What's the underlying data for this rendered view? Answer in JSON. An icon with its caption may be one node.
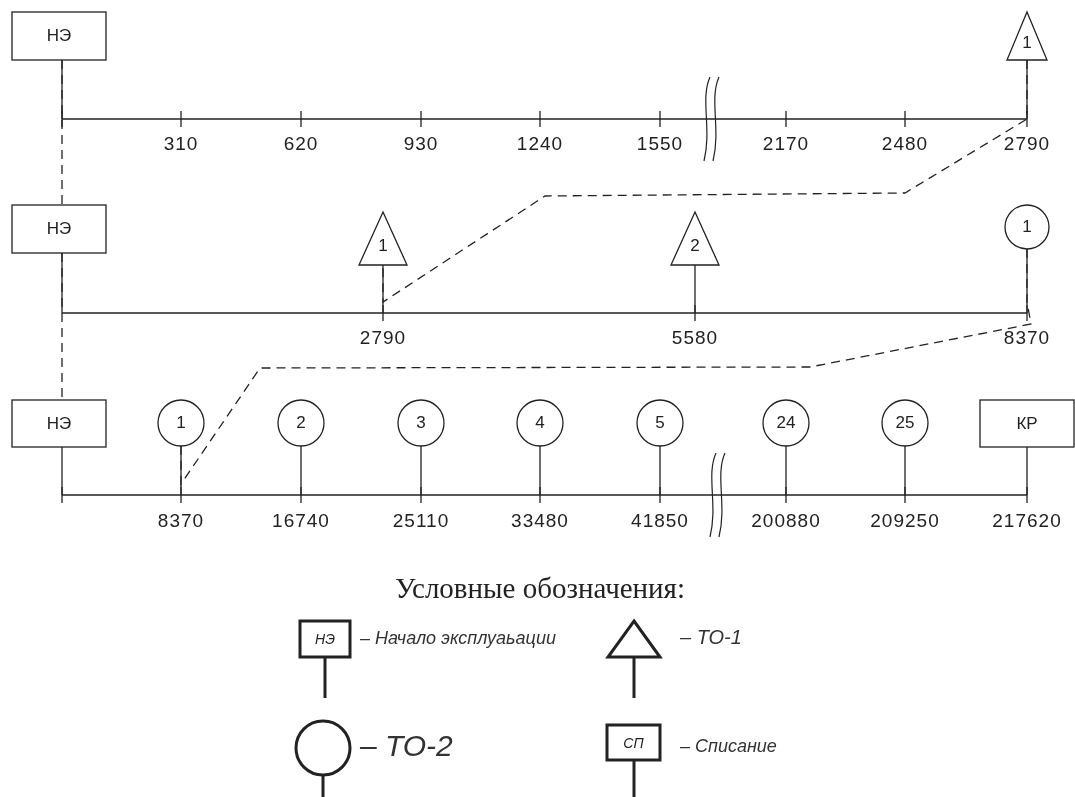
{
  "diagram": {
    "nodes": [
      {
        "text": [
          "НЭ"
        ]
      },
      {
        "text": [
          "1"
        ]
      },
      {
        "text": [
          "НЭ"
        ]
      },
      {
        "text": [
          "1"
        ]
      },
      {
        "text": [
          "2"
        ]
      },
      {
        "text": [
          "1"
        ]
      },
      {
        "text": [
          "НЭ"
        ]
      },
      {
        "text": [
          "1"
        ]
      },
      {
        "text": [
          "2"
        ]
      },
      {
        "text": [
          "3"
        ]
      },
      {
        "text": [
          "4"
        ]
      },
      {
        "text": [
          "5"
        ]
      },
      {
        "text": [
          "24"
        ]
      },
      {
        "text": [
          "25"
        ]
      },
      {
        "text": [
          "КР"
        ]
      },
      {
        "text": [
          "НЭ"
        ],
        "beside": [
          "– Начало эксплуаьации"
        ]
      },
      {
        "text": [],
        "shape": "triangle",
        "beside": [
          "– ТО-1"
        ]
      },
      {
        "text": [],
        "shape": "circle",
        "beside": [
          "– ТО-2"
        ]
      },
      {
        "text": [
          "СП"
        ],
        "beside": [
          "– Списание"
        ]
      },
      {
        "text": [],
        "shape": "bar",
        "beside": [
          "310",
          "620",
          "930",
          "1240",
          "1550",
          "2170",
          "2480",
          "2790"
        ]
      },
      {
        "text": [],
        "shape": "bar",
        "beside": [
          "2790",
          "5580",
          "8370"
        ]
      },
      {
        "text": [],
        "shape": "bar",
        "beside": [
          "8370",
          "16740",
          "25110",
          "33480",
          "41850",
          "200880",
          "209250",
          "217620"
        ]
      }
    ],
    "edges": [
      {
        "from": 0,
        "to": 2,
        "arrow": "none",
        "style": "dashed"
      },
      {
        "from": 1,
        "to": 3,
        "arrow": "none",
        "style": "dashed"
      },
      {
        "from": 2,
        "to": 6,
        "arrow": "none",
        "style": "dashed"
      },
      {
        "from": 5,
        "to": 7,
        "arrow": "none",
        "style": "dashed"
      },
      {
        "from": 0,
        "to": 19,
        "arrow": "none"
      },
      {
        "from": 1,
        "to": 19,
        "arrow": "none"
      },
      {
        "from": 2,
        "to": 20,
        "arrow": "none"
      },
      {
        "from": 3,
        "to": 20,
        "arrow": "none"
      },
      {
        "from": 4,
        "to": 20,
        "arrow": "none"
      },
      {
        "from": 5,
        "to": 20,
        "arrow": "none"
      },
      {
        "from": 6,
        "to": 21,
        "arrow": "none"
      },
      {
        "from": 7,
        "to": 21,
        "arrow": "none"
      },
      {
        "from": 8,
        "to": 21,
        "arrow": "none"
      },
      {
        "from": 9,
        "to": 21,
        "arrow": "none"
      },
      {
        "from": 10,
        "to": 21,
        "arrow": "none"
      },
      {
        "from": 11,
        "to": 21,
        "arrow": "none"
      },
      {
        "from": 12,
        "to": 21,
        "arrow": "none"
      },
      {
        "from": 13,
        "to": 21,
        "arrow": "none"
      },
      {
        "from": 14,
        "to": 21,
        "arrow": "none"
      }
    ],
    "labels": [
      "Условные обозначения:"
    ]
  }
}
